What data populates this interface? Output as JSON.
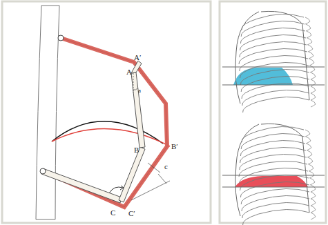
{
  "diagram": {
    "labels": [
      "A′",
      "A",
      "a",
      "B",
      "B′",
      "C",
      "C′",
      "c"
    ]
  }
}
